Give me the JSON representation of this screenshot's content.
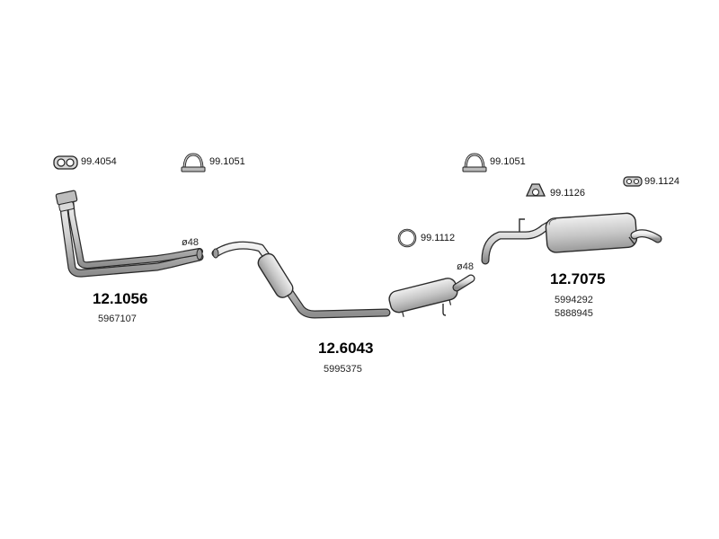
{
  "parts": {
    "p12_1056": {
      "number": "12.1056",
      "oem": "5967107",
      "diameter": "ø48"
    },
    "p12_6043": {
      "number": "12.6043",
      "oem": "5995375",
      "diameter": "ø48"
    },
    "p12_7075": {
      "number": "12.7075",
      "oem_1": "5994292",
      "oem_2": "5888945"
    }
  },
  "accessories": {
    "a99_4054": "99.4054",
    "a99_1051_left": "99.1051",
    "a99_1051_right": "99.1051",
    "a99_1112": "99.1112",
    "a99_1126": "99.1126",
    "a99_1124": "99.1124"
  },
  "colors": {
    "part_fill": "#d8d8d8",
    "part_stroke": "#2a2a2a",
    "muffler_fill": "#c4c4c4"
  }
}
